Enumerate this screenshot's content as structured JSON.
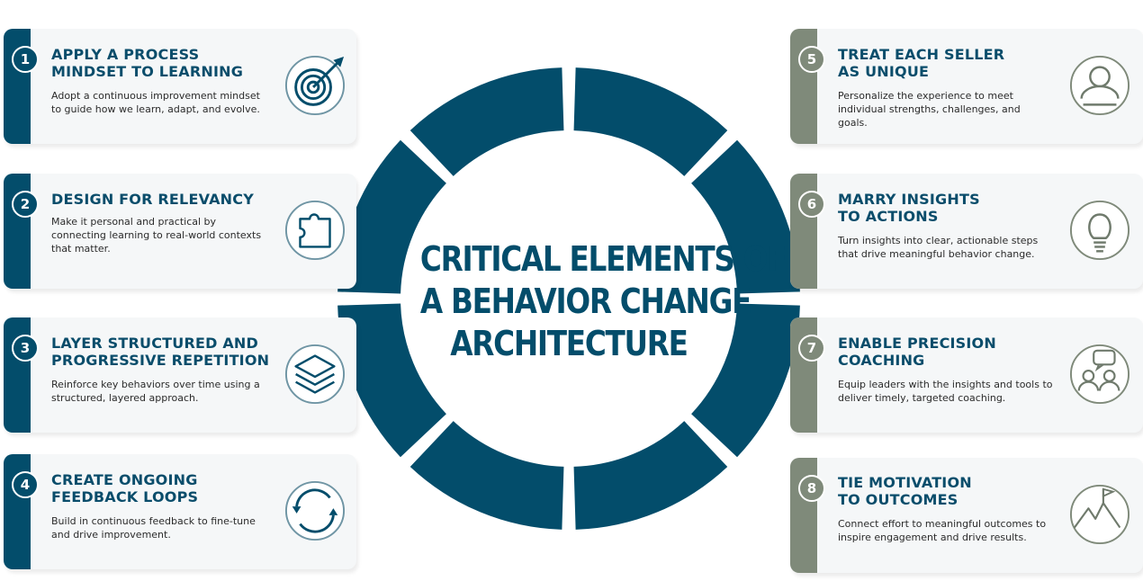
{
  "center": {
    "line1": "CRITICAL ELEMENTS OF",
    "line2": "A BEHAVIOR CHANGE",
    "line3": "ARCHITECTURE"
  },
  "colors": {
    "navy": "#034d6b",
    "gray_green": "#7f8a7a",
    "card_bg": "#f5f7f8"
  },
  "elements": [
    {
      "number": "1",
      "title": "APPLY A PROCESS\nMINDSET TO LEARNING",
      "description": "Adopt a continuous improvement mindset to guide how we learn, adapt, and evolve.",
      "icon": "target-arrow-icon"
    },
    {
      "number": "2",
      "title": "DESIGN FOR RELEVANCY",
      "description": "Make it personal and practical by connecting learning to real-world contexts that matter.",
      "icon": "puzzle-piece-icon"
    },
    {
      "number": "3",
      "title": "LAYER STRUCTURED AND\nPROGRESSIVE REPETITION",
      "description": "Reinforce key behaviors over time using a structured, layered approach.",
      "icon": "layers-icon"
    },
    {
      "number": "4",
      "title": "CREATE ONGOING\nFEEDBACK LOOPS",
      "description": "Build in continuous feedback to fine-tune and drive improvement.",
      "icon": "refresh-cycle-icon"
    },
    {
      "number": "5",
      "title": "TREAT EACH SELLER\nAS UNIQUE",
      "description": "Personalize the experience to meet individual strengths, challenges, and goals.",
      "icon": "person-icon"
    },
    {
      "number": "6",
      "title": "MARRY INSIGHTS\nTO ACTIONS",
      "description": "Turn insights into clear, actionable steps that drive meaningful behavior change.",
      "icon": "lightbulb-icon"
    },
    {
      "number": "7",
      "title": "ENABLE PRECISION\nCOACHING",
      "description": "Equip leaders with the insights and tools to deliver timely, targeted coaching.",
      "icon": "coaching-conversation-icon"
    },
    {
      "number": "8",
      "title": "TIE MOTIVATION\nTO OUTCOMES",
      "description": "Connect effort to meaningful outcomes to inspire engagement and drive results.",
      "icon": "mountain-flag-icon"
    }
  ]
}
